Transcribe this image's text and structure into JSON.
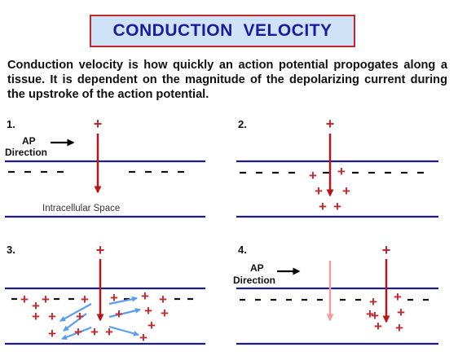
{
  "title": "CONDUCTION  VELOCITY",
  "intro": "Conduction velocity is how quickly an action potential propogates along a tissue.  It is dependent on the magnitude of the depolarizing current during the upstroke of the action potential.",
  "panels": [
    {
      "number": "1.",
      "ap_label_line1": "AP",
      "ap_label_line2": "Direction",
      "space_label": "Intracellular  Space"
    },
    {
      "number": "2."
    },
    {
      "number": "3."
    },
    {
      "number": "4.",
      "ap_label_line1": "AP",
      "ap_label_line2": "Direction"
    }
  ],
  "colors": {
    "membrane": "#1c1c8c",
    "charge_red": "#c1272d",
    "arrow_red": "#b3161c",
    "faded_arrow": "#f59c9c",
    "current_blue": "#5a9df0",
    "title_bg": "#cfe2f7",
    "title_text": "#1b1b9e",
    "title_border": "#c1272d"
  },
  "glyphs": {
    "plus": "+",
    "minus": "-"
  }
}
